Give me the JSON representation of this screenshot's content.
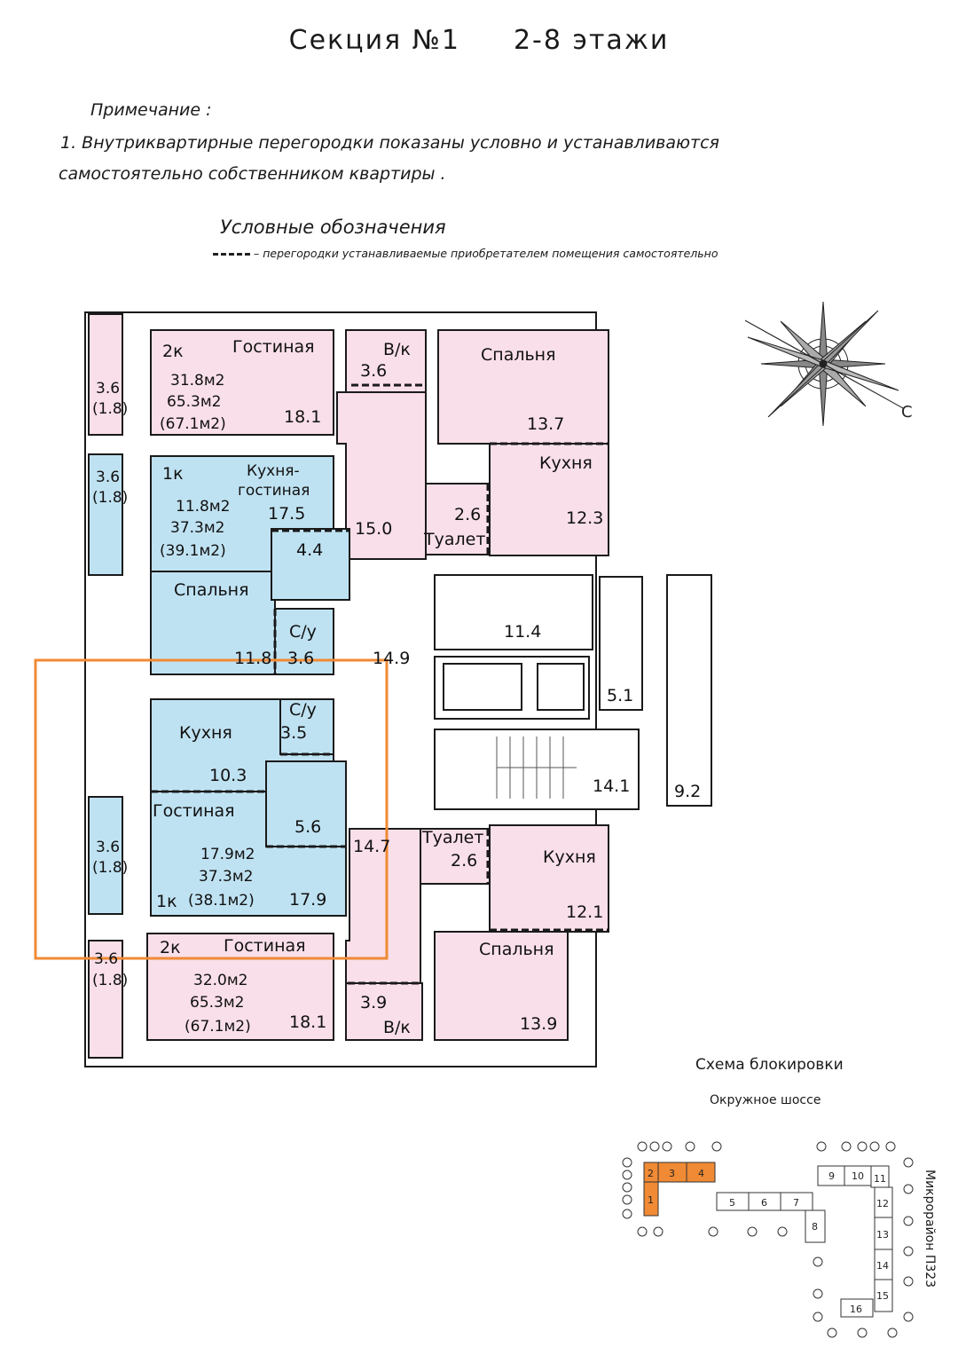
{
  "header": {
    "section": "Секция №1",
    "floors": "2-8 этажи"
  },
  "notes": {
    "heading": "Примечание :",
    "line1": "1.  Внутриквартирные перегородки показаны условно и устанавливаются",
    "line2": "самостоятельно собственником квартиры ."
  },
  "legend": {
    "title": "Условные обозначения",
    "item": "– перегородки устанавливаемые приобретателем помещения самостоятельно"
  },
  "compass": {
    "label": "С"
  },
  "colors": {
    "pink": "#f9dfe9",
    "blue": "#bfe2f2",
    "highlight": "#f08a34",
    "wall": "#ffffff",
    "line": "#222222"
  },
  "plan": {
    "apt_top_2k": {
      "rooms": "2к",
      "living": "31.8м2",
      "total": "65.3м2",
      "total_balcony": "(67.1м2)"
    },
    "apt_1k_upper": {
      "rooms": "1к",
      "living": "11.8м2",
      "total": "37.3м2",
      "total_balcony": "(39.1м2)"
    },
    "apt_1k_lower": {
      "rooms": "1к",
      "living": "17.9м2",
      "total": "37.3м2",
      "total_balcony": "(38.1м2)"
    },
    "apt_bottom_2k": {
      "rooms": "2к",
      "living": "32.0м2",
      "total": "65.3м2",
      "total_balcony": "(67.1м2)"
    },
    "labels": {
      "gostinaya_top": "Гостиная",
      "gostinaya_top_area": "18.1",
      "vk_top": "В/к",
      "vk_top_area": "3.6",
      "spalnya_tr": "Спальня",
      "spalnya_tr_area": "13.7",
      "kuhnya_tr": "Кухня",
      "kuhnya_tr_area": "12.3",
      "tualet_top": "Туалет",
      "tualet_top_area": "2.6",
      "hall_top_area": "15.0",
      "kuhnya_gost1": "Кухня-",
      "kuhnya_gost2": "гостиная",
      "kuhnya_gost_area": "17.5",
      "hall_1k_area": "4.4",
      "spalnya_1k": "Спальня",
      "spalnya_1k_area": "11.8",
      "su_1k_upper": "С/у",
      "su_1k_upper_area": "3.6",
      "corridor_area": "14.9",
      "lift_hall_area": "11.4",
      "room_5_1": "5.1",
      "stairs_area": "14.1",
      "room_9_2": "9.2",
      "kuhnya_1k_lower": "Кухня",
      "kuhnya_1k_lower_area": "10.3",
      "su_1k_lower": "С/у",
      "su_1k_lower_area": "3.5",
      "gostinaya_1k_lower": "Гостиная",
      "gostinaya_1k_lower_area": "17.9",
      "hall_1k_lower_area": "5.6",
      "hall_bottom_area": "14.7",
      "tualet_bottom": "Туалет",
      "tualet_bottom_area": "2.6",
      "kuhnya_br": "Кухня",
      "kuhnya_br_area": "12.1",
      "spalnya_br": "Спальня",
      "spalnya_br_area": "13.9",
      "gostinaya_bottom": "Гостиная",
      "gostinaya_bottom_area": "18.1",
      "vk_bottom": "В/к",
      "vk_bottom_area": "3.9",
      "balcony_1": "3.6",
      "balcony_1b": "(1.8)",
      "balcony_2": "3.6",
      "balcony_2b": "(1.8)",
      "balcony_3": "3.6",
      "balcony_3b": "(1.8)",
      "balcony_4": "3.6",
      "balcony_4b": "(1.8)"
    }
  },
  "scheme": {
    "title": "Схема блокировки",
    "road": "Окружное шоссе",
    "district": "Микрорайон П323",
    "blocks": [
      "1",
      "2",
      "3",
      "4",
      "5",
      "6",
      "7",
      "8",
      "9",
      "10",
      "11",
      "12",
      "13",
      "14",
      "15",
      "16"
    ]
  }
}
